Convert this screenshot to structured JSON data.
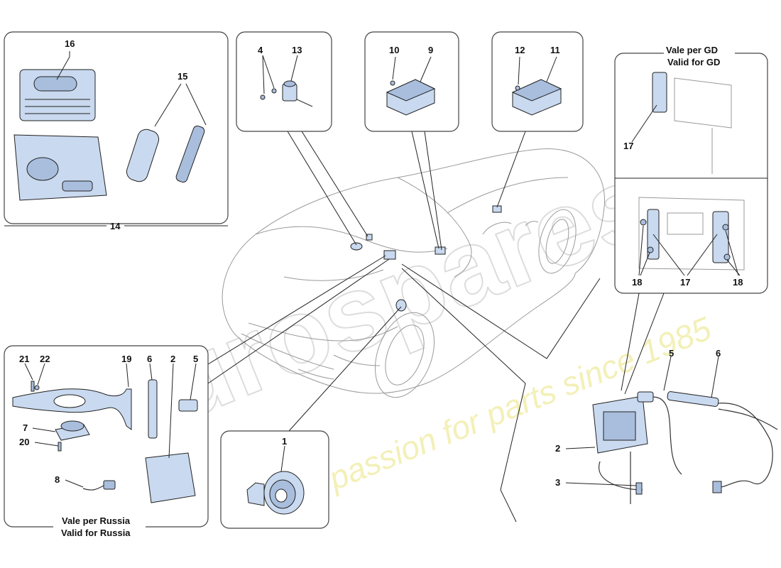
{
  "watermark": {
    "brand": "eurospares",
    "tagline": "a passion for parts since 1985"
  },
  "captions": {
    "russia_it": "Vale per Russia",
    "russia_en": "Valid for Russia",
    "gd_it": "Vale per GD",
    "gd_en": "Valid for GD"
  },
  "callouts": {
    "c1": "1",
    "c2a": "2",
    "c2b": "2",
    "c3": "3",
    "c4": "4",
    "c5a": "5",
    "c5b": "5",
    "c6a": "6",
    "c6b": "6",
    "c7": "7",
    "c8": "8",
    "c9": "9",
    "c10": "10",
    "c11": "11",
    "c12": "12",
    "c13": "13",
    "c14": "14",
    "c15": "15",
    "c16": "16",
    "c17a": "17",
    "c17b": "17",
    "c18a": "18",
    "c18b": "18",
    "c19": "19",
    "c20": "20",
    "c21": "21",
    "c22": "22"
  },
  "colors": {
    "part_fill": "#c9d9ef",
    "part_dark": "#a9bedd",
    "outline": "#222222",
    "car_line": "#9a9a9a",
    "watermark_text": "#f3f0b8"
  }
}
